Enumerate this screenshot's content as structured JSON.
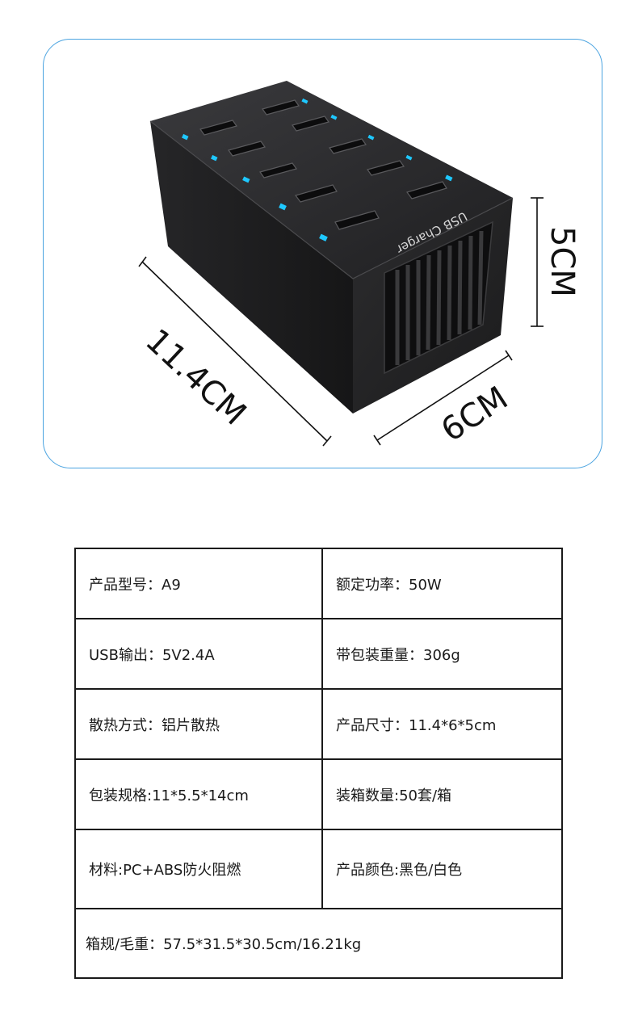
{
  "product_image": {
    "device_label": "USB Charger",
    "dimensions": {
      "length": "11.4CM",
      "width": "6CM",
      "height": "5CM"
    },
    "colors": {
      "frame": "#4aa3e0",
      "device_body": "#2b2b2d",
      "led": "#1ec8ff"
    }
  },
  "specs": {
    "rows": [
      [
        {
          "label": "产品型号：A9"
        },
        {
          "label": "额定功率：50W"
        }
      ],
      [
        {
          "label": "USB输出：5V2.4A"
        },
        {
          "label": "带包装重量：306g"
        }
      ],
      [
        {
          "label": "散热方式：铝片散热"
        },
        {
          "label": "产品尺寸：11.4*6*5cm"
        }
      ],
      [
        {
          "label": "包装规格:11*5.5*14cm"
        },
        {
          "label": "装箱数量:50套/箱"
        }
      ],
      [
        {
          "label": "材料:PC+ABS防火阻燃"
        },
        {
          "label": "产品颜色:黑色/白色"
        }
      ],
      [
        {
          "label": "箱规/毛重：57.5*31.5*30.5cm/16.21kg"
        }
      ]
    ]
  }
}
